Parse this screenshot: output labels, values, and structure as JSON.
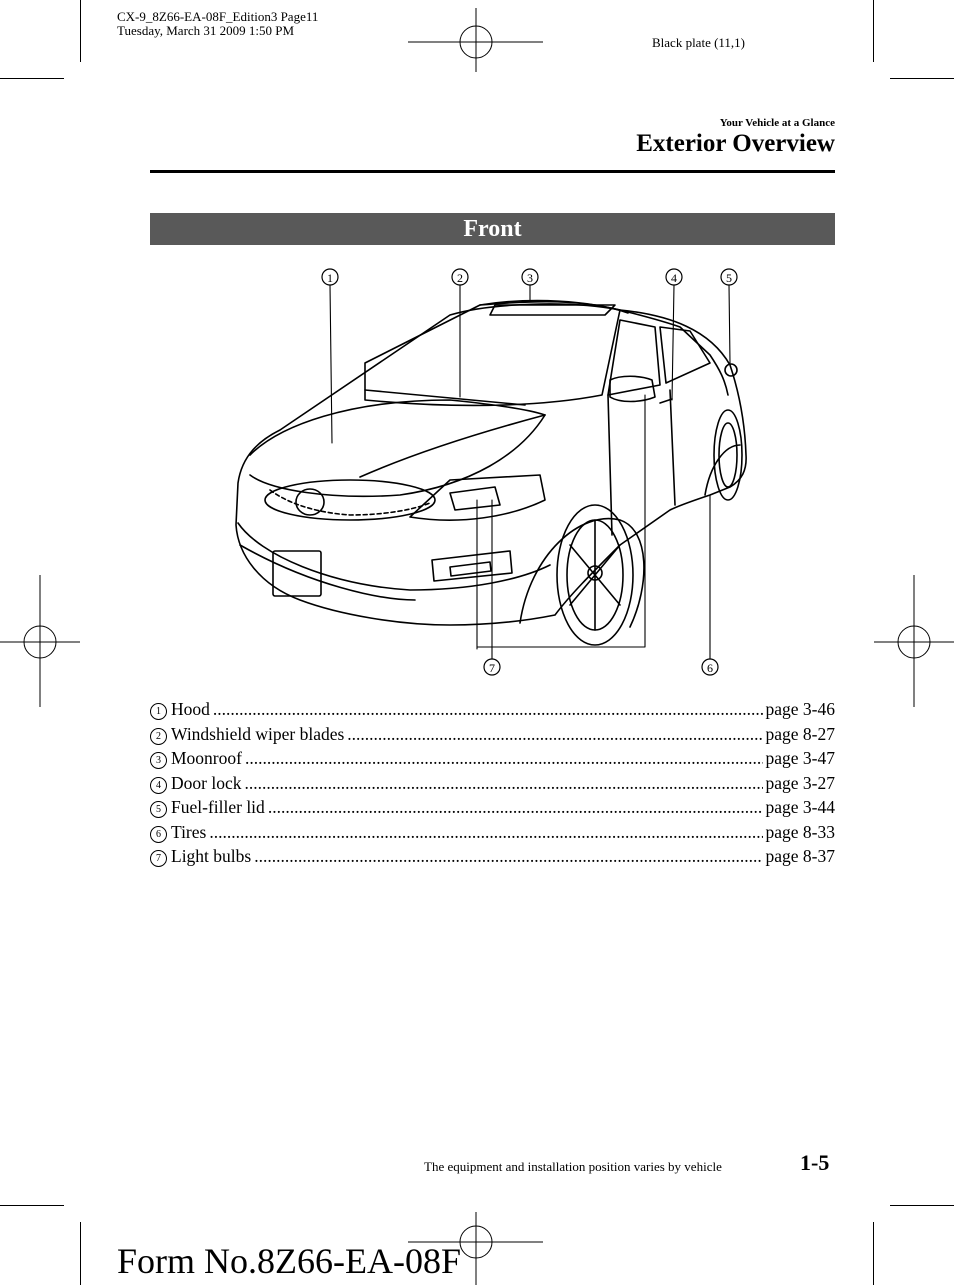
{
  "print_header": {
    "line1": "CX-9_8Z66-EA-08F_Edition3 Page11",
    "line2": "Tuesday, March 31 2009 1:50 PM",
    "plate": "Black plate (11,1)"
  },
  "section_label": "Your Vehicle at a Glance",
  "page_title": "Exterior Overview",
  "banner": "Front",
  "callouts": [
    "1",
    "2",
    "3",
    "4",
    "5",
    "6",
    "7"
  ],
  "items": [
    {
      "num": "1",
      "name": "Hood",
      "page": "page 3-46"
    },
    {
      "num": "2",
      "name": "Windshield wiper blades",
      "page": "page 8-27"
    },
    {
      "num": "3",
      "name": "Moonroof",
      "page": "page 3-47"
    },
    {
      "num": "4",
      "name": "Door lock",
      "page": "page 3-27"
    },
    {
      "num": "5",
      "name": "Fuel-filler lid",
      "page": "page 3-44"
    },
    {
      "num": "6",
      "name": "Tires",
      "page": "page 8-33"
    },
    {
      "num": "7",
      "name": "Light bulbs",
      "page": "page 8-37"
    }
  ],
  "footer_note": "The equipment and installation position varies by vehicle",
  "page_number": "1-5",
  "form_number": "Form No.8Z66-EA-08F"
}
